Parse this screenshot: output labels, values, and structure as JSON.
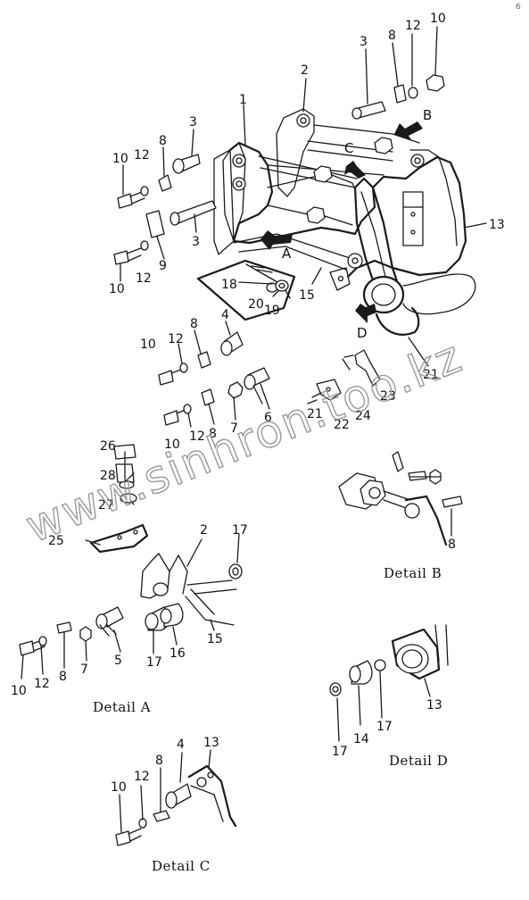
{
  "callouts": {
    "c1": "1",
    "c2": "2",
    "c3a": "3",
    "c3b": "3",
    "c3c": "3",
    "c8a": "8",
    "c8b": "8",
    "c8c": "8",
    "c8d": "8",
    "c12a": "12",
    "c12b": "12",
    "c12c": "12",
    "c12d": "12",
    "c10a": "10",
    "c10b": "10",
    "c10c": "10",
    "c10d": "10",
    "c10e": "10",
    "c9": "9",
    "c13": "13",
    "c18": "18",
    "c20": "20",
    "c19": "19",
    "c15": "15",
    "c4": "4",
    "c6": "6",
    "c7": "7",
    "c21": "21",
    "c22": "22",
    "c23": "23",
    "c24": "24",
    "c21b": "21"
  },
  "arrow_letters": {
    "A": "A",
    "B": "B",
    "C": "C",
    "D": "D"
  },
  "detail_a": {
    "caption": "Detail A",
    "callouts": {
      "c26": "26",
      "c28": "28",
      "c27": "27",
      "c25": "25",
      "c2": "2",
      "c17a": "17",
      "c17b": "17",
      "c16": "16",
      "c15": "15",
      "c5": "5",
      "c7": "7",
      "c8": "8",
      "c12": "12",
      "c10": "10"
    }
  },
  "detail_b": {
    "caption": "Detail B",
    "callouts": {
      "c8": "8"
    }
  },
  "detail_c": {
    "caption": "Detail C",
    "callouts": {
      "c10": "10",
      "c12": "12",
      "c8": "8",
      "c4": "4",
      "c13": "13"
    }
  },
  "detail_d": {
    "caption": "Detail D",
    "callouts": {
      "c13": "13",
      "c17a": "17",
      "c14": "14",
      "c17b": "17"
    }
  },
  "watermark": "www.sinhron.too.kz",
  "corner_mark": "6"
}
